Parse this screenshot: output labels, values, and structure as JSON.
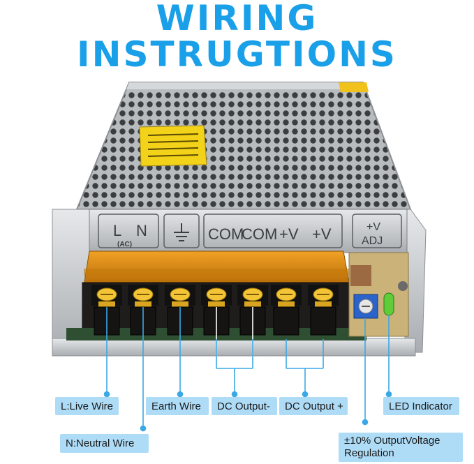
{
  "title": "WIRING INSTRUGTIONS",
  "terminals": [
    "L",
    "N",
    "(AC)",
    "COM",
    "COM",
    "+V",
    "+V",
    "+V",
    "ADJ"
  ],
  "labels": {
    "live": "L:Live Wire",
    "neutral": "N:Neutral Wire",
    "earth": "Earth Wire",
    "dc_minus": "DC Output-",
    "dc_plus": "DC Output +",
    "led": "LED Indicator",
    "regulation": "±10% OutputVoltage Regulation"
  },
  "colors": {
    "title": "#1aa0e8",
    "label_bg": "#aedcf7",
    "line": "#3aa8e6",
    "terminal_cover": "#e08a10"
  }
}
